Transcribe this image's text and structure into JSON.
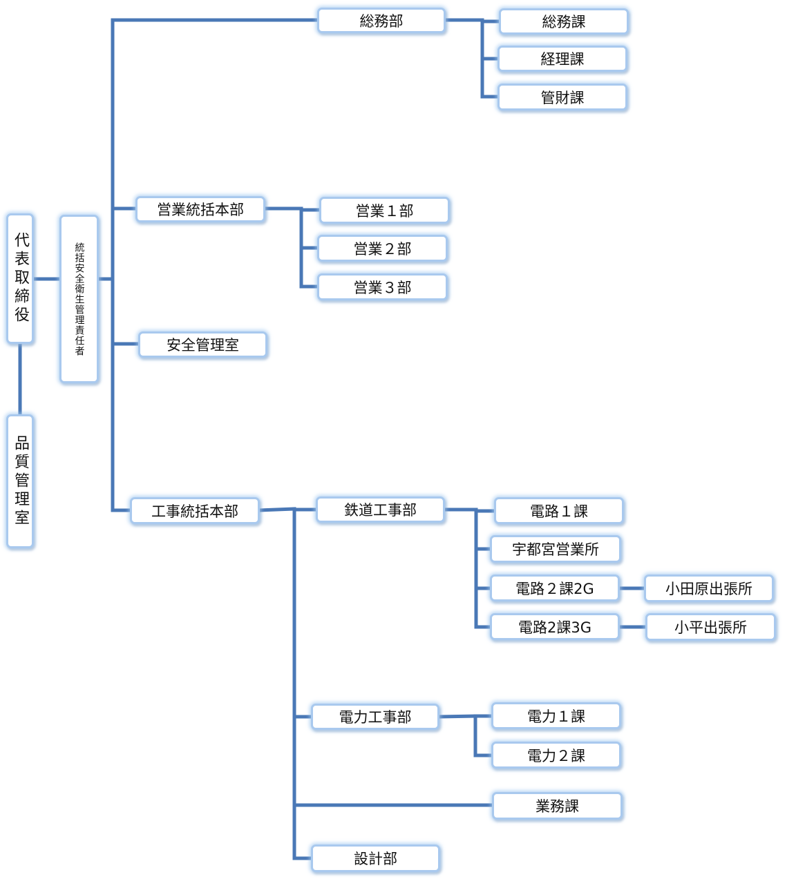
{
  "colors": {
    "connector": "#4a78b6",
    "box_border": "#a9c9ee",
    "text": "#111111"
  },
  "nodes": {
    "president": "代表取締役",
    "quality": "品質管理室",
    "safety_head": "統括安全衛生管理責任者",
    "general_affairs": "総務部",
    "ga_section": "総務課",
    "accounting": "経理課",
    "property": "管財課",
    "sales_hq": "営業統括本部",
    "sales1": "営業１部",
    "sales2": "営業２部",
    "sales3": "営業３部",
    "safety_office": "安全管理室",
    "construction_hq": "工事統括本部",
    "railway": "鉄道工事部",
    "circuit1": "電路１課",
    "utsunomiya": "宇都宮営業所",
    "circuit2g": "電路２課2G",
    "odawara": "小田原出張所",
    "circuit3g": "電路2課3G",
    "kodaira": "小平出張所",
    "power": "電力工事部",
    "power1": "電力１課",
    "power2": "電力２課",
    "operations": "業務課",
    "design": "設計部"
  }
}
